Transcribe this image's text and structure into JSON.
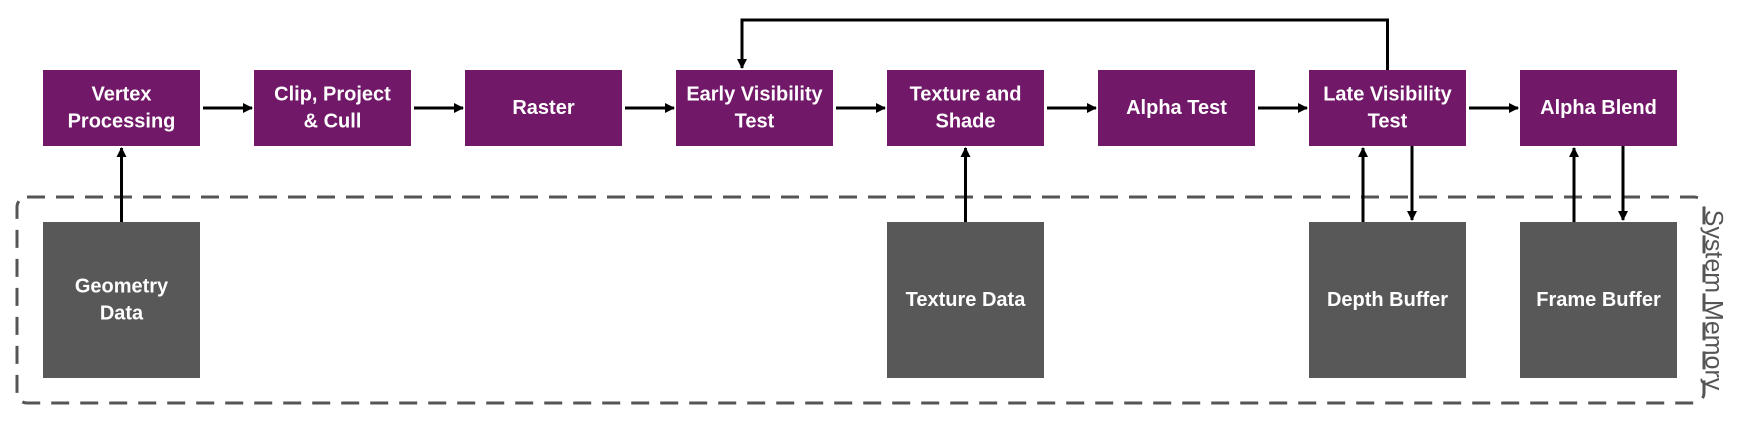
{
  "colors": {
    "stage": "#721868",
    "memory": "#585858",
    "arrow": "#000000",
    "dashed": "#555555"
  },
  "stages": [
    {
      "id": "vertex-processing",
      "lines": [
        "Vertex",
        "Processing"
      ]
    },
    {
      "id": "clip-project-cull",
      "lines": [
        "Clip, Project",
        "& Cull"
      ]
    },
    {
      "id": "raster",
      "lines": [
        "Raster"
      ]
    },
    {
      "id": "early-visibility-test",
      "lines": [
        "Early Visibility",
        "Test"
      ]
    },
    {
      "id": "texture-and-shade",
      "lines": [
        "Texture and",
        "Shade"
      ]
    },
    {
      "id": "alpha-test",
      "lines": [
        "Alpha Test"
      ]
    },
    {
      "id": "late-visibility-test",
      "lines": [
        "Late Visibility",
        "Test"
      ]
    },
    {
      "id": "alpha-blend",
      "lines": [
        "Alpha Blend"
      ]
    }
  ],
  "memory": {
    "label": "System Memory",
    "blocks": [
      {
        "id": "geometry-data",
        "lines": [
          "Geometry",
          "Data"
        ]
      },
      {
        "id": "texture-data",
        "lines": [
          "Texture Data"
        ]
      },
      {
        "id": "depth-buffer",
        "lines": [
          "Depth Buffer"
        ]
      },
      {
        "id": "frame-buffer",
        "lines": [
          "Frame Buffer"
        ]
      }
    ]
  }
}
